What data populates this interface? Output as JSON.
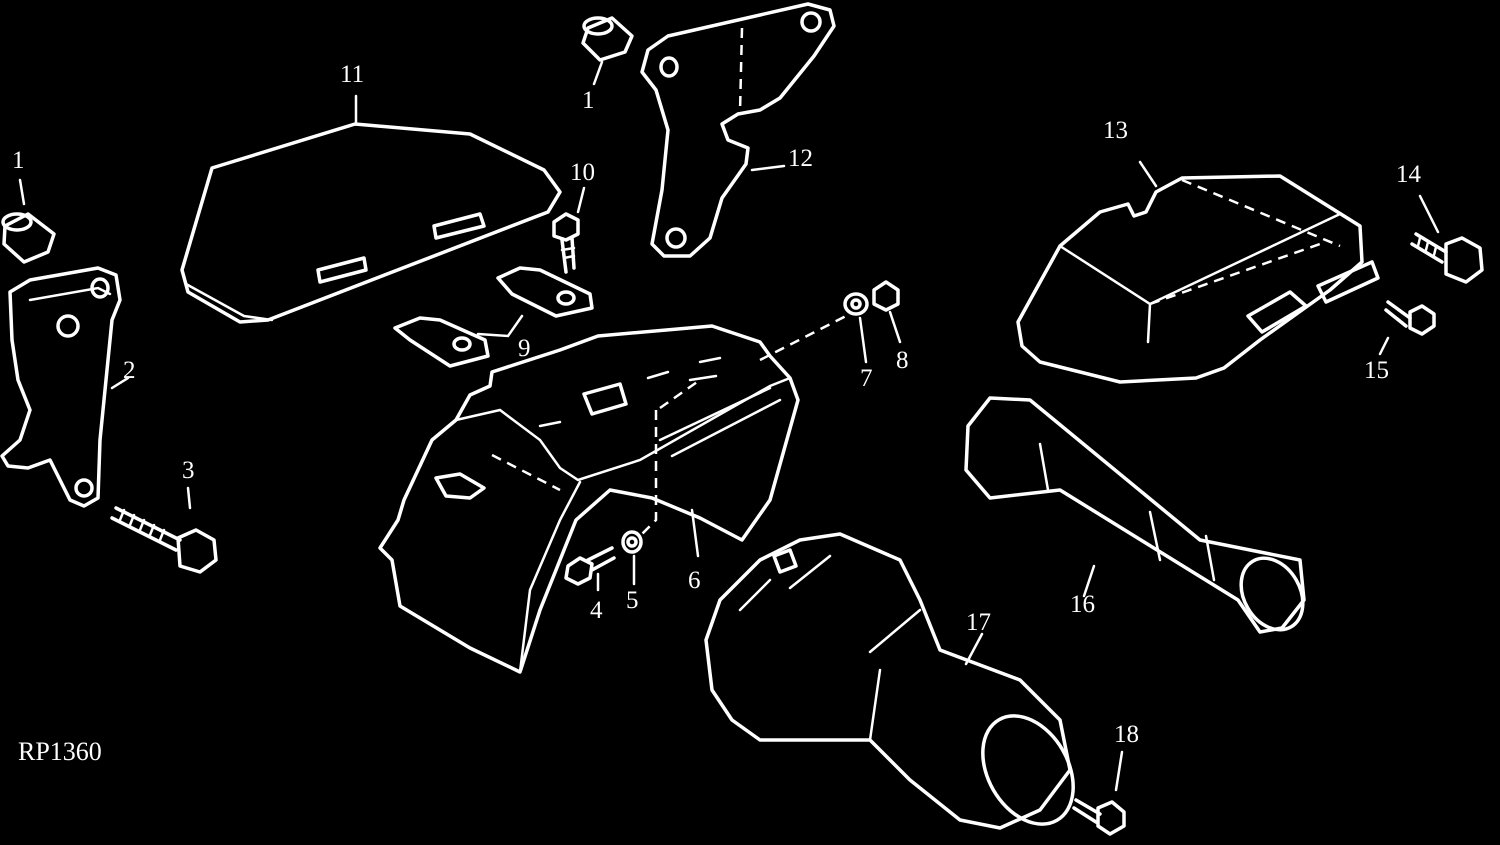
{
  "diagram": {
    "reference_code": "RP1360",
    "callouts": [
      "1",
      "1",
      "2",
      "3",
      "4",
      "5",
      "6",
      "7",
      "8",
      "9",
      "10",
      "11",
      "12",
      "13",
      "14",
      "15",
      "16",
      "17",
      "18"
    ],
    "colors": {
      "background": "#000000",
      "line": "#ffffff"
    }
  }
}
